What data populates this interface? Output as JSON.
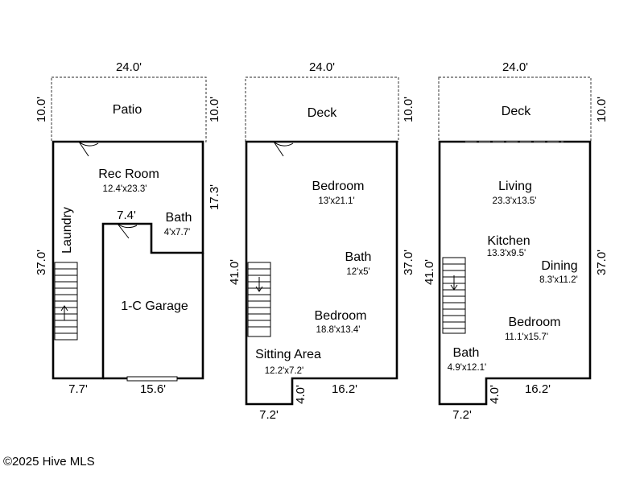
{
  "plans": [
    {
      "top_dim": "24.0'",
      "outdoor": {
        "label": "Patio",
        "dim_left": "10.0'",
        "dim_right": "10.0'"
      },
      "dims": {
        "left": "37.0'",
        "right": "17.3'",
        "bottom_a": "7.7'",
        "bottom_b": "15.6'",
        "garage_width": "7.4'"
      },
      "rooms": [
        {
          "name": "Rec Room",
          "size": "12.4'x23.3'"
        },
        {
          "name": "Bath",
          "size": "4'x7.7'"
        },
        {
          "name": "1-C Garage",
          "size": ""
        },
        {
          "name": "Laundry",
          "size": ""
        }
      ]
    },
    {
      "top_dim": "24.0'",
      "outdoor": {
        "label": "Deck",
        "dim_right": "10.0'"
      },
      "dims": {
        "left": "41.0'",
        "right": "37.0'",
        "bottom_right": "16.2'",
        "bump_width": "7.2'",
        "bump_height": "4.0'"
      },
      "rooms": [
        {
          "name": "Bedroom",
          "size": "13'x21.1'"
        },
        {
          "name": "Bath",
          "size": "12'x5'"
        },
        {
          "name": "Bedroom",
          "size": "18.8'x13.4'"
        },
        {
          "name": "Sitting Area",
          "size": "12.2'x7.2'"
        }
      ]
    },
    {
      "top_dim": "24.0'",
      "outdoor": {
        "label": "Deck",
        "dim_right": "10.0'"
      },
      "dims": {
        "left": "41.0'",
        "right": "37.0'",
        "bottom_right": "16.2'",
        "bump_width": "7.2'",
        "bump_height": "4.0'"
      },
      "rooms": [
        {
          "name": "Living",
          "size": "23.3'x13.5'"
        },
        {
          "name": "Kitchen",
          "size": "13.3'x9.5'"
        },
        {
          "name": "Dining",
          "size": "8.3'x11.2'"
        },
        {
          "name": "Bedroom",
          "size": "11.1'x15.7'"
        },
        {
          "name": "Bath",
          "size": "4.9'x12.1'"
        }
      ]
    }
  ],
  "watermark": "©2025 Hive MLS"
}
